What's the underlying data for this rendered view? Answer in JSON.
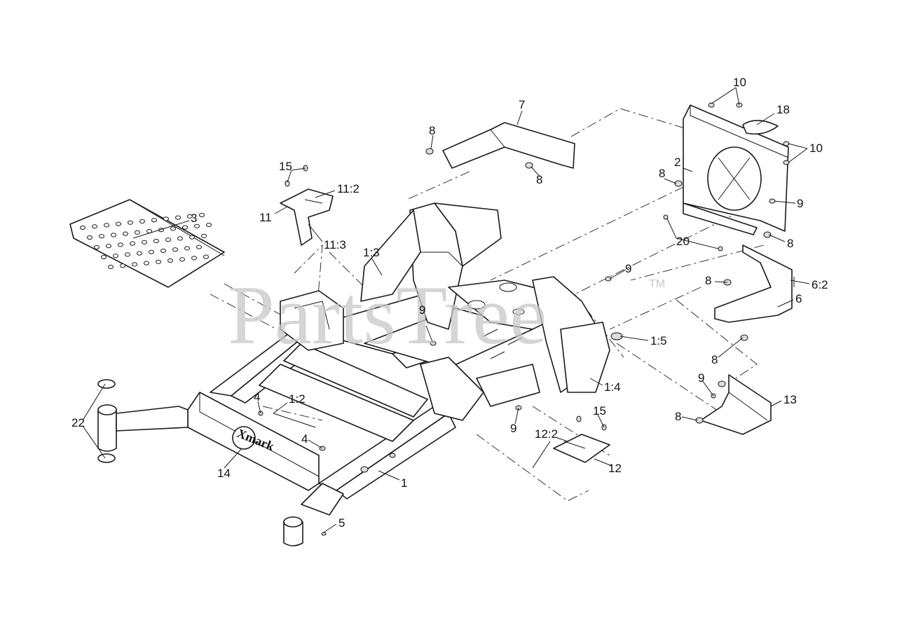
{
  "watermark": {
    "text": "PartsTree",
    "trademark": "TM"
  },
  "logo": {
    "text": "Xmark"
  },
  "callouts": [
    {
      "id": "c10a",
      "label": "10"
    },
    {
      "id": "c7",
      "label": "7"
    },
    {
      "id": "c18",
      "label": "18"
    },
    {
      "id": "c8a",
      "label": "8"
    },
    {
      "id": "c10b",
      "label": "10"
    },
    {
      "id": "c2",
      "label": "2"
    },
    {
      "id": "c15a",
      "label": "15"
    },
    {
      "id": "c8b",
      "label": "8"
    },
    {
      "id": "c8c",
      "label": "8"
    },
    {
      "id": "c11_2",
      "label": "11:2"
    },
    {
      "id": "c3",
      "label": "3"
    },
    {
      "id": "c9a",
      "label": "9"
    },
    {
      "id": "c11",
      "label": "11"
    },
    {
      "id": "c11_3",
      "label": "11:3"
    },
    {
      "id": "c20",
      "label": "20"
    },
    {
      "id": "c8d",
      "label": "8"
    },
    {
      "id": "c1_3",
      "label": "1:3"
    },
    {
      "id": "c9b",
      "label": "9"
    },
    {
      "id": "c8e",
      "label": "8"
    },
    {
      "id": "c6_2",
      "label": "6:2"
    },
    {
      "id": "c6",
      "label": "6"
    },
    {
      "id": "c9c",
      "label": "9"
    },
    {
      "id": "c1_5",
      "label": "1:5"
    },
    {
      "id": "c8f",
      "label": "8"
    },
    {
      "id": "c1_4",
      "label": "1:4"
    },
    {
      "id": "c9d",
      "label": "9"
    },
    {
      "id": "c13",
      "label": "13"
    },
    {
      "id": "c4a",
      "label": "4"
    },
    {
      "id": "c1_2",
      "label": "1:2"
    },
    {
      "id": "c15b",
      "label": "15"
    },
    {
      "id": "c8g",
      "label": "8"
    },
    {
      "id": "c22",
      "label": "22"
    },
    {
      "id": "c9e",
      "label": "9"
    },
    {
      "id": "c12_2",
      "label": "12:2"
    },
    {
      "id": "c4b",
      "label": "4"
    },
    {
      "id": "c12",
      "label": "12"
    },
    {
      "id": "c14",
      "label": "14"
    },
    {
      "id": "c1",
      "label": "1"
    },
    {
      "id": "c5",
      "label": "5"
    }
  ]
}
